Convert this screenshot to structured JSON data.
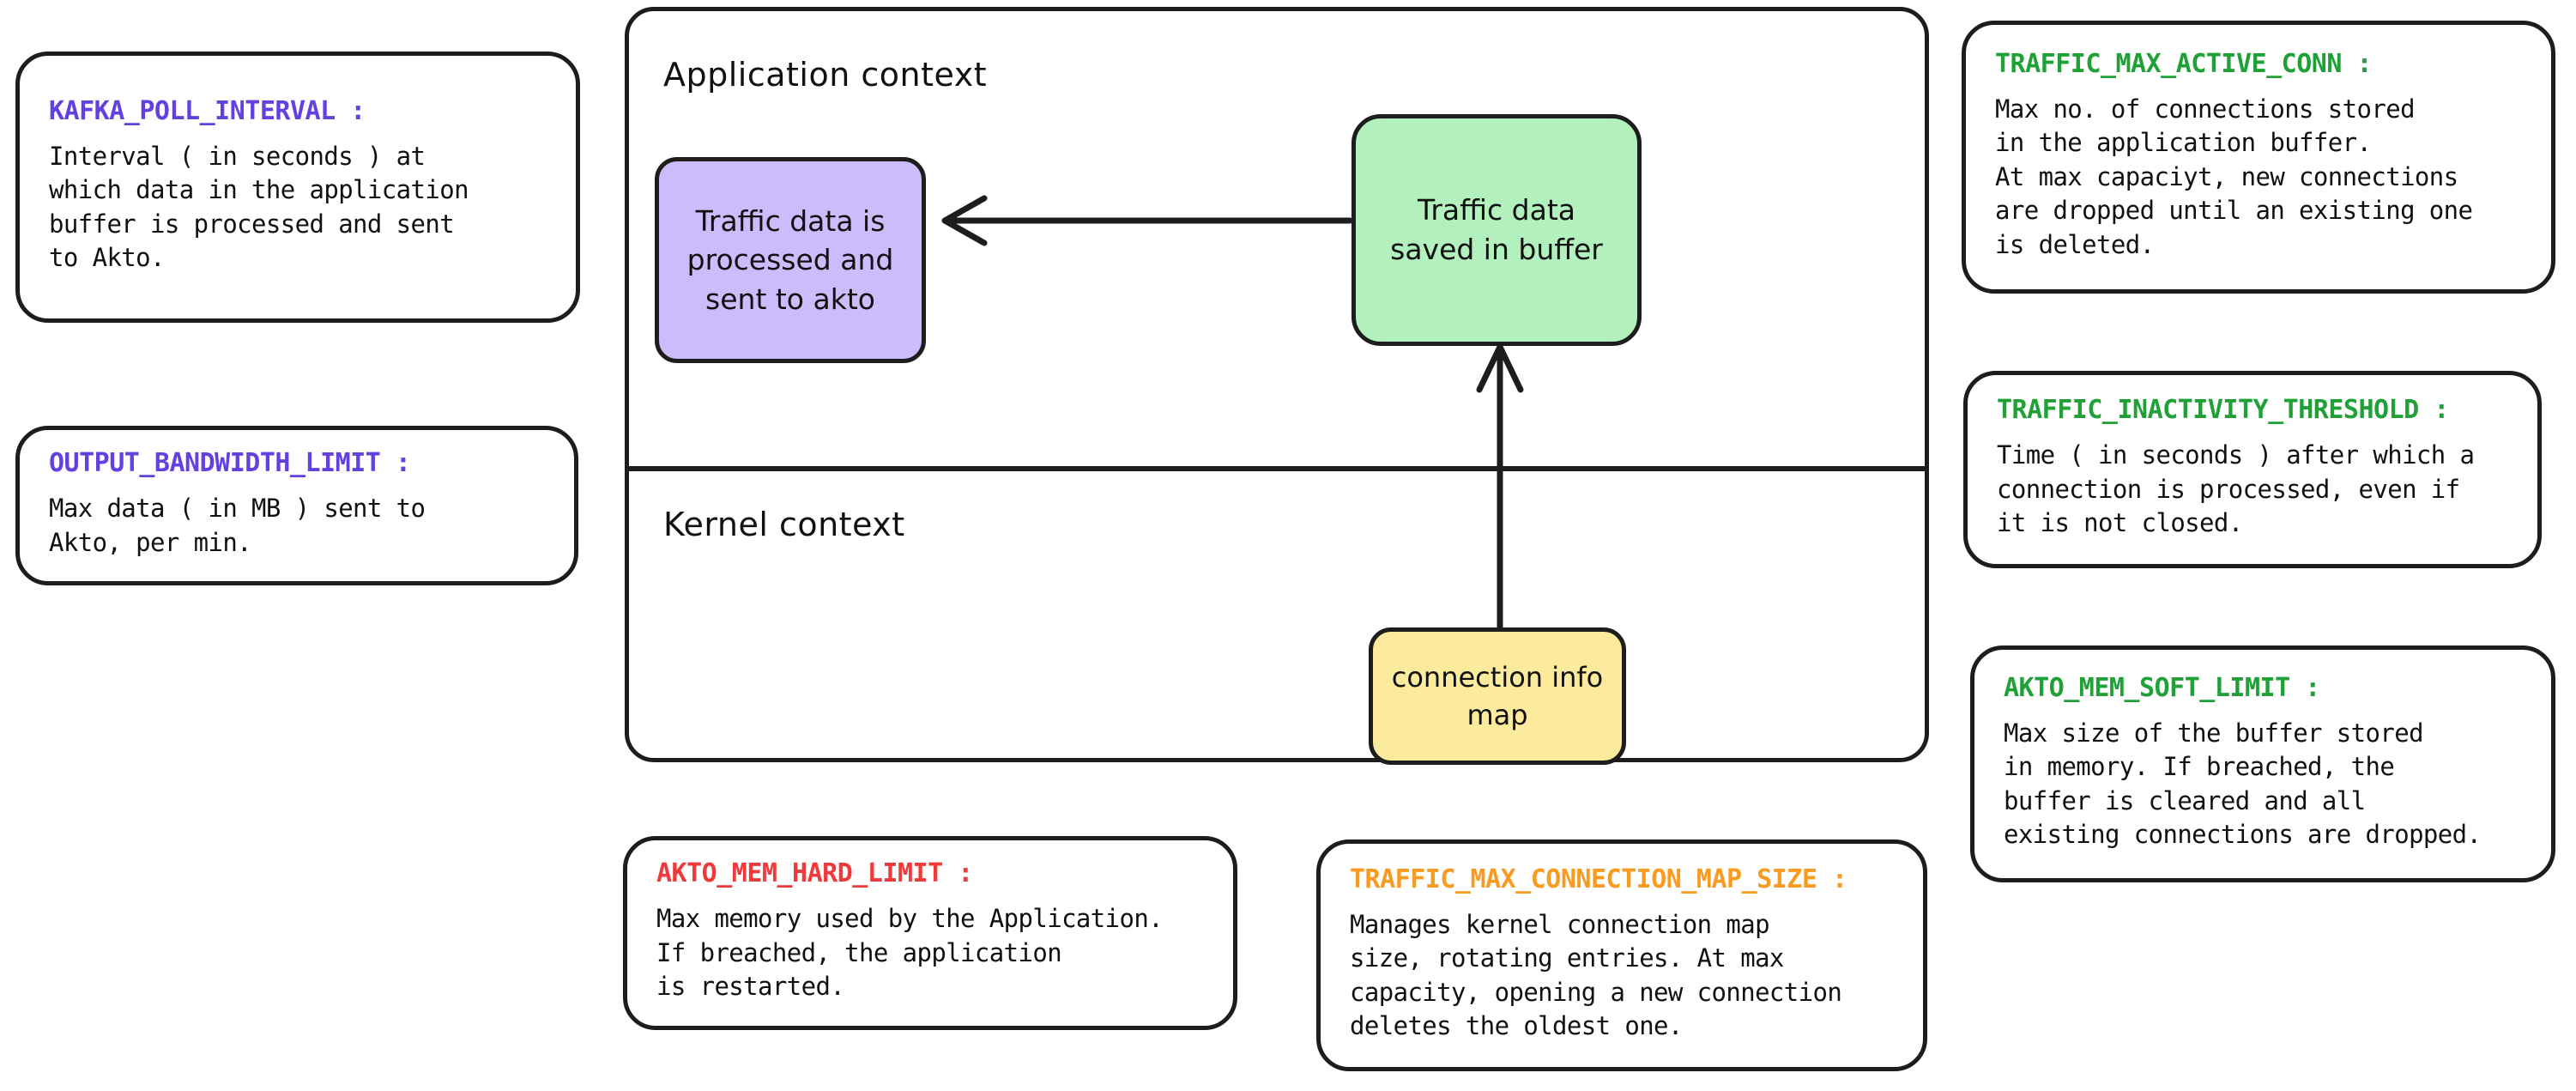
{
  "diagram": {
    "container": {
      "application_context_label": "Application context",
      "kernel_context_label": "Kernel context"
    },
    "nodes": {
      "processed": {
        "label": "Traffic data is processed and sent to akto",
        "color": "#ccbcfb"
      },
      "buffer": {
        "label": "Traffic data saved in buffer",
        "color": "#b2f0bd"
      },
      "connection_map": {
        "label": "connection info map",
        "color": "#fdeb9d"
      }
    },
    "arrows": [
      {
        "name": "buffer-to-processed",
        "direction": "left",
        "from": "buffer",
        "to": "processed"
      },
      {
        "name": "map-to-buffer",
        "direction": "up",
        "from": "connection_map",
        "to": "buffer"
      }
    ]
  },
  "cards": {
    "kafka_poll_interval": {
      "title": "KAFKA_POLL_INTERVAL :",
      "color": "#6340e0",
      "body": "Interval ( in seconds ) at\nwhich data in the application\nbuffer is processed and sent\nto Akto."
    },
    "output_bandwidth_limit": {
      "title": "OUTPUT_BANDWIDTH_LIMIT :",
      "color": "#6340e0",
      "body": "Max data ( in MB ) sent to\nAkto, per min."
    },
    "traffic_max_active_conn": {
      "title": "TRAFFIC_MAX_ACTIVE_CONN :",
      "color": "#1fa137",
      "body": "Max no. of connections stored\nin the application buffer.\nAt max capaciyt, new connections\nare dropped until an existing one\nis deleted."
    },
    "traffic_inactivity_threshold": {
      "title": "TRAFFIC_INACTIVITY_THRESHOLD :",
      "color": "#1fa137",
      "body": "Time ( in seconds ) after which a\nconnection is processed, even if\nit is not closed."
    },
    "akto_mem_soft_limit": {
      "title": "AKTO_MEM_SOFT_LIMIT :",
      "color": "#1fa137",
      "body": "Max size of the buffer stored\nin memory. If breached, the\nbuffer is cleared and all\nexisting connections are dropped."
    },
    "akto_mem_hard_limit": {
      "title": "AKTO_MEM_HARD_LIMIT :",
      "color": "#f0393b",
      "body": "Max memory used by the Application.\nIf breached, the application\nis restarted."
    },
    "traffic_max_connection_map_size": {
      "title": "TRAFFIC_MAX_CONNECTION_MAP_SIZE :",
      "color": "#f99b20",
      "body": "Manages kernel connection map\nsize, rotating entries. At max\ncapacity, opening a new connection\ndeletes the oldest one."
    }
  }
}
